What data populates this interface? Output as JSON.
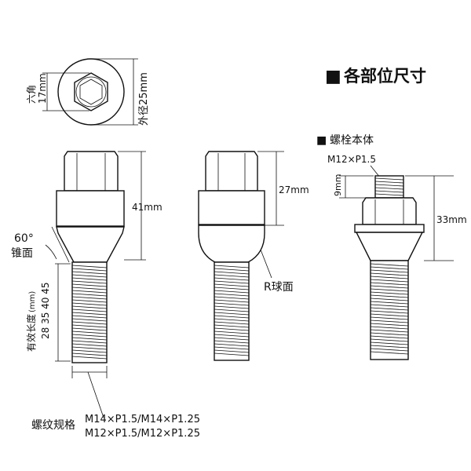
{
  "title": {
    "marker": "■",
    "text": "各部位尺寸"
  },
  "top_view": {
    "hex_label_1": "六角",
    "hex_label_2": "17mm",
    "outer_label": "外径25mm"
  },
  "bolt_left": {
    "length_label": "41mm",
    "angle_label": "60°",
    "cone_label": "锥面",
    "effective_length_label": "有效长度",
    "effective_length_unit": "(mm)",
    "effective_length_values_1": "28 35 40 45",
    "effective_length_values_2": "28 35 40 45"
  },
  "bolt_middle": {
    "length_label": "27mm",
    "sphere_label": "R球面"
  },
  "bolt_right": {
    "marker": "■",
    "section_title": "螺栓本体",
    "thread_spec": "M12×P1.5",
    "thread_length_label": "9mm",
    "length_label": "33mm"
  },
  "thread_spec": {
    "label": "螺纹规格",
    "line1": "M14×P1.5/M14×P1.25",
    "line2": "M12×P1.5/M12×P1.25"
  }
}
